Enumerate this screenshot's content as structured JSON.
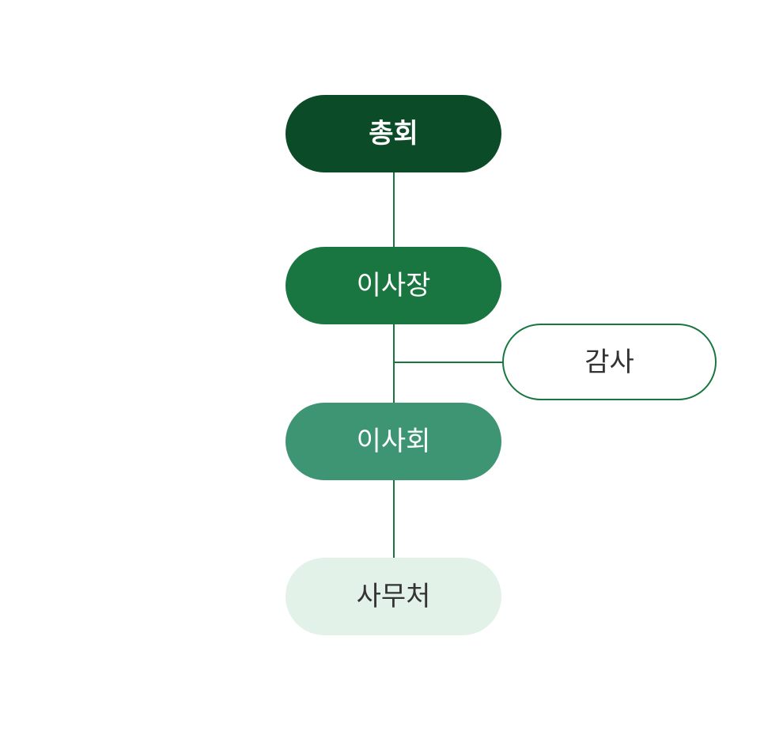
{
  "org_chart": {
    "nodes": {
      "general_assembly": "총회",
      "chairman": "이사장",
      "auditor": "감사",
      "board": "이사회",
      "secretariat": "사무처"
    },
    "relations": [
      {
        "from": "general_assembly",
        "to": "chairman"
      },
      {
        "from": "chairman",
        "to": "board"
      },
      {
        "from": "chairman",
        "to": "auditor",
        "type": "side-branch"
      },
      {
        "from": "board",
        "to": "secretariat"
      }
    ],
    "colors": {
      "general_assembly": "#0b4b27",
      "chairman": "#1a7641",
      "board": "#3d9574",
      "secretariat": "#e3f2e8",
      "auditor_border": "#1a7641",
      "connector": "#1a7641",
      "light_text": "#ffffff",
      "dark_text": "#333333"
    }
  }
}
